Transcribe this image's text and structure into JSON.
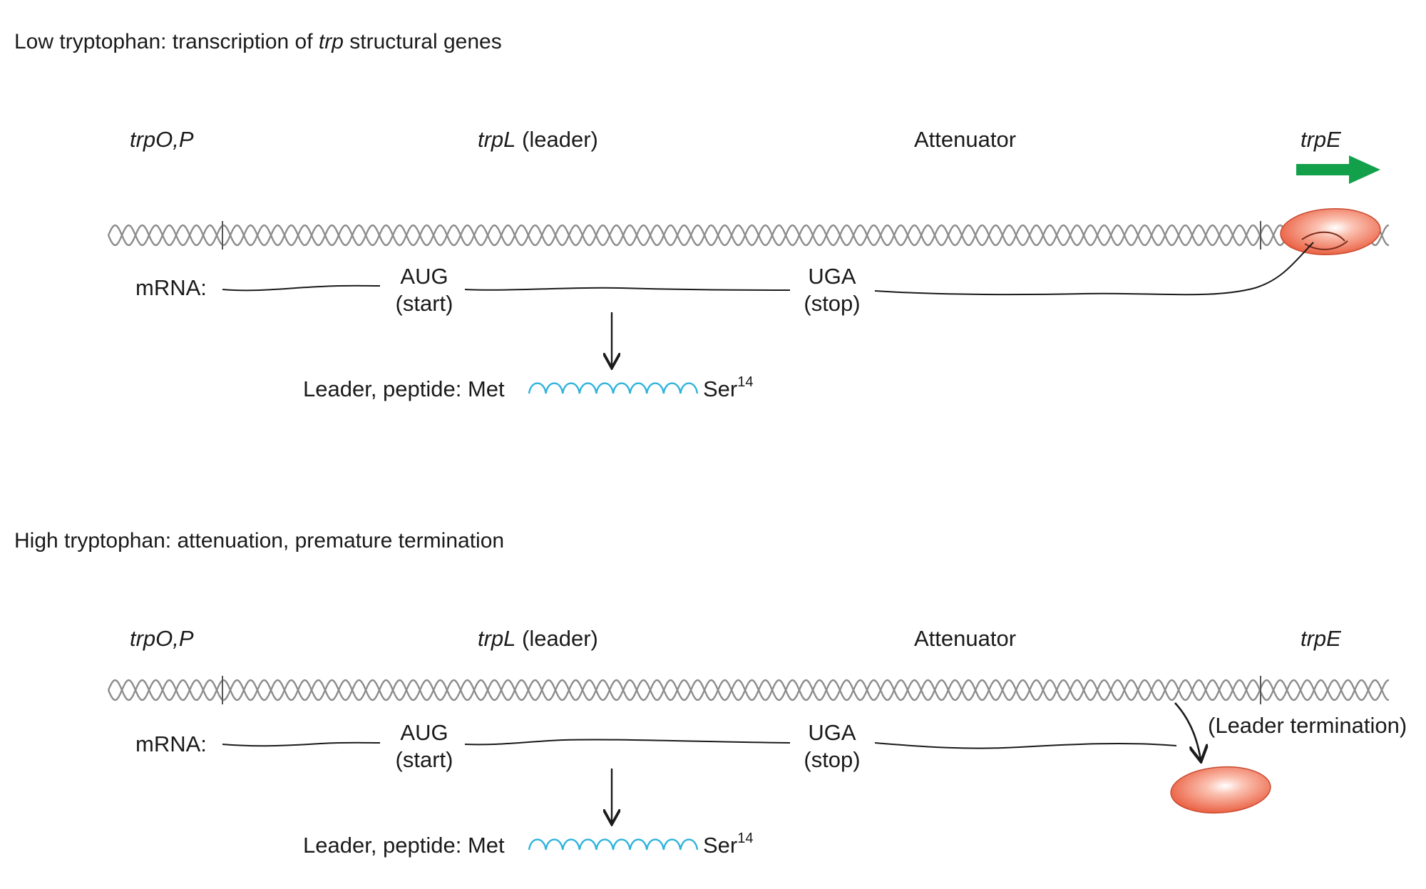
{
  "panels": [
    {
      "heading_pre": "Low tryptophan: transcription of ",
      "heading_italic": "trp",
      "heading_post": " structural genes",
      "labels": {
        "operator_promoter": "trpO,P",
        "leader_italic": "trpL",
        "leader_rest": " (leader)",
        "attenuator": "Attenuator",
        "structural_gene": "trpE",
        "mrna": "mRNA:",
        "start_codon": "AUG",
        "start_note": "(start)",
        "stop_codon": "UGA",
        "stop_note": "(stop)",
        "peptide_label": "Leader, peptide: Met",
        "peptide_end": "Ser",
        "peptide_end_sup": "14"
      }
    },
    {
      "heading_pre": "High tryptophan: attenuation, premature termination",
      "labels": {
        "operator_promoter": "trpO,P",
        "leader_italic": "trpL",
        "leader_rest": " (leader)",
        "attenuator": "Attenuator",
        "structural_gene": "trpE",
        "mrna": "mRNA:",
        "start_codon": "AUG",
        "start_note": "(start)",
        "stop_codon": "UGA",
        "stop_note": "(stop)",
        "peptide_label": "Leader, peptide: Met",
        "peptide_end": "Ser",
        "peptide_end_sup": "14",
        "termination_note": "(Leader termination)"
      }
    }
  ],
  "colors": {
    "dna": "#8c8c8c",
    "mrna": "#1a1a1a",
    "peptide": "#2fb3dc",
    "polymerase": "#ea5e40",
    "polymerase_highlight": "#ffffff",
    "transcription_arrow": "#12a14a"
  }
}
